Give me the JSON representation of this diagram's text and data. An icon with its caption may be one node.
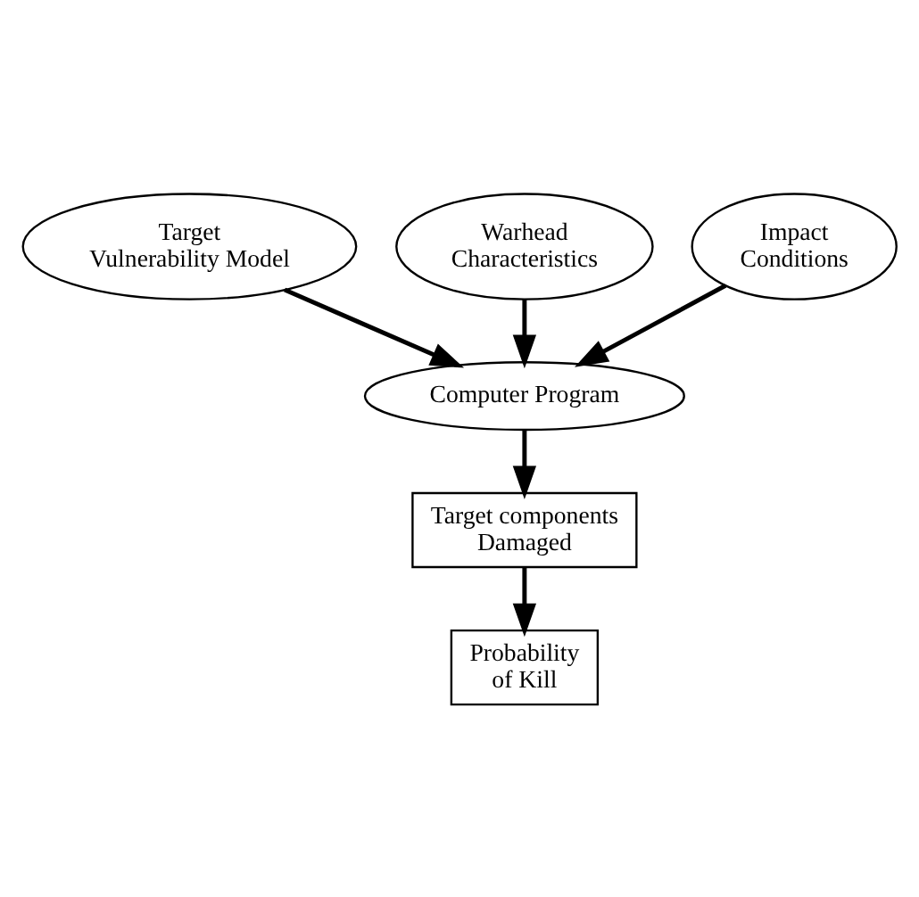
{
  "diagram": {
    "nodes": [
      {
        "text": [
          "Target Vulnerability Model"
        ]
      },
      {
        "text": [
          "Warhead Characteristics"
        ]
      },
      {
        "text": [
          "Impact Conditions"
        ]
      },
      {
        "text": [
          "Computer Program"
        ]
      },
      {
        "text": [
          "Target components Damaged"
        ]
      },
      {
        "text": [
          "Probability of Kill"
        ]
      }
    ],
    "edges": [
      {
        "from": 0,
        "to": 3,
        "arrow": "to"
      },
      {
        "from": 1,
        "to": 3,
        "arrow": "to"
      },
      {
        "from": 2,
        "to": 3,
        "arrow": "to"
      },
      {
        "from": 3,
        "to": 4,
        "arrow": "to"
      },
      {
        "from": 4,
        "to": 5,
        "arrow": "to"
      }
    ]
  }
}
